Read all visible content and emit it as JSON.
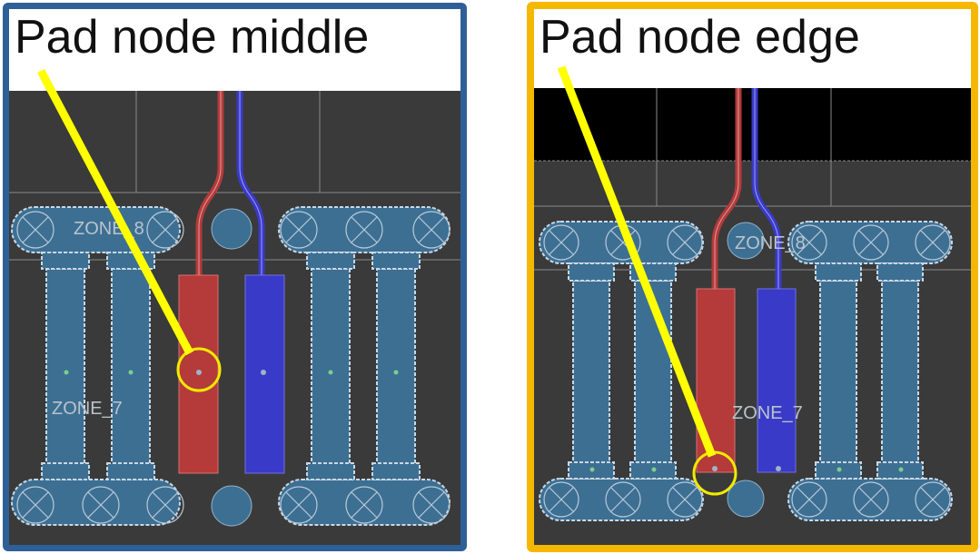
{
  "panels": [
    {
      "title": "Pad node middle",
      "border_color": "#2f5f97",
      "zone_top": "ZONE_8",
      "zone_bottom": "ZONE_7"
    },
    {
      "title": "Pad node edge",
      "border_color": "#f5b800",
      "zone_top": "ZONE_8",
      "zone_bottom": "ZONE_7"
    }
  ],
  "colors": {
    "background": "#3a3a3a",
    "copper_zone": "#3d6f93",
    "pad_red": "#b53a3a",
    "pad_blue": "#3a3ac8",
    "highlight_circle": "#f2ea00",
    "pointer": "#ffff00"
  }
}
